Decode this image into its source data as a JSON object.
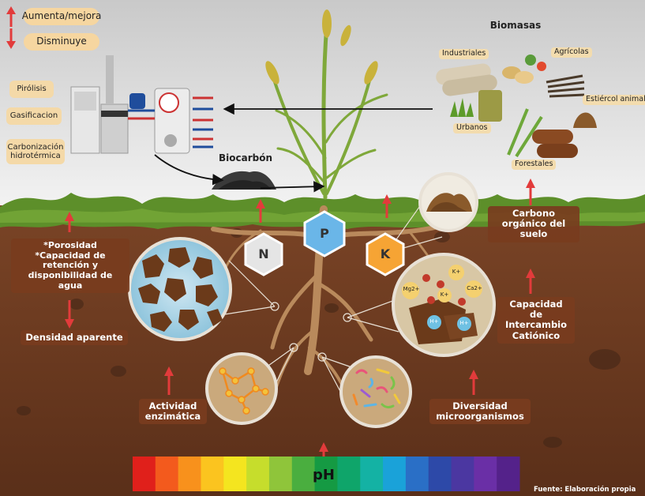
{
  "legend": {
    "increase": "Aumenta/mejora",
    "decrease": "Disminuye"
  },
  "processes": [
    "Pirólisis",
    "Gasificacion",
    "Carbonización hidrotérmica"
  ],
  "biochar": {
    "title": "Biocarbón"
  },
  "biomass": {
    "title": "Biomasas",
    "types": [
      "Industriales",
      "Agrícolas",
      "Estiércol animal",
      "Urbanos",
      "Forestales"
    ]
  },
  "nutrients": [
    "N",
    "P",
    "K"
  ],
  "soil_properties": {
    "porosity": "*Porosidad\n*Capacidad de retención y disponibilidad de agua",
    "bulk_density": "Densidad aparente",
    "soc": "Carbono orgánico del suelo",
    "cec": "Capacidad de Intercambio Catiónico",
    "enzymatic": "Actividad enzimática",
    "microbes": "Diversidad microorganismos",
    "ph": "pH"
  },
  "ions": [
    "Mg2+",
    "K+",
    "Ca2+",
    "K+",
    "H+",
    "H+"
  ],
  "source_note": "Fuente: Elaboración propia",
  "colors": {
    "sky_top": "#cfcfcf",
    "sky_bottom": "#f2f2f2",
    "soil": "#6b3a20",
    "soil_dark": "#4a2614",
    "grass": "#5d8f2a",
    "arrow_red": "#e23b3b",
    "label_bg": "#f6d6a0",
    "ph_scale": [
      "#e0201b",
      "#f35a1d",
      "#f8911c",
      "#fbc41f",
      "#f4e51f",
      "#c6dd2c",
      "#8fc53a",
      "#4aae3f",
      "#159a43",
      "#0fa56a",
      "#14b2a4",
      "#1aa2d9",
      "#2a6fc6",
      "#2d49a8",
      "#4b37a1",
      "#6a2fa6",
      "#54228a"
    ]
  }
}
